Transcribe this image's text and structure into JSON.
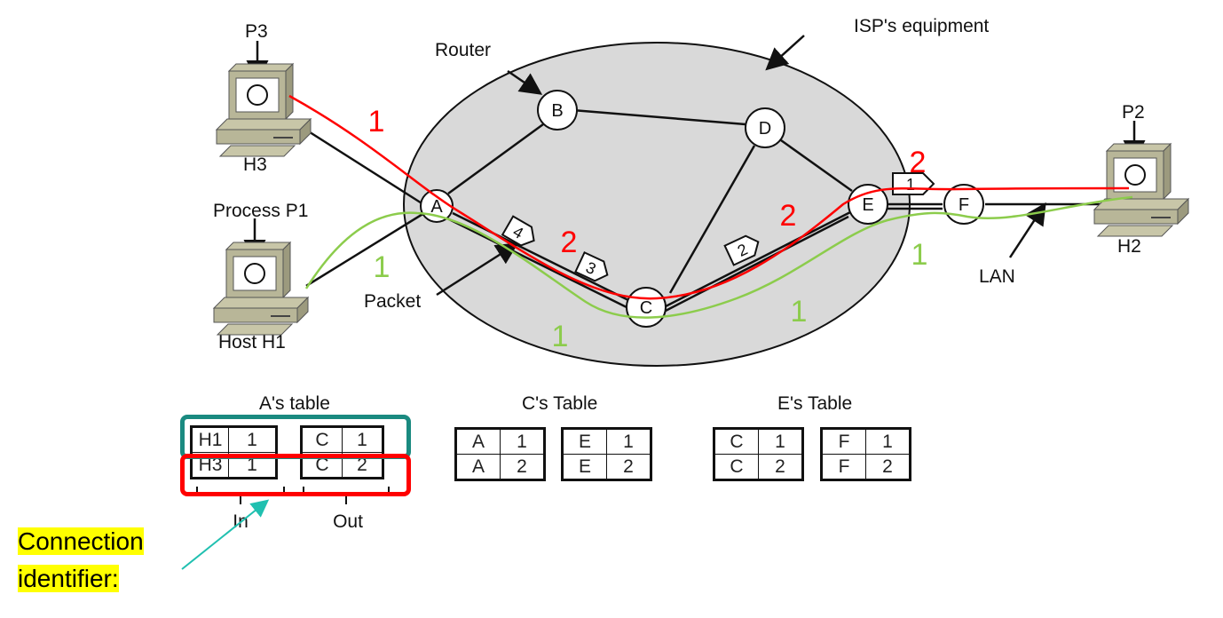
{
  "labels": {
    "isp": "ISP's equipment",
    "router": "Router",
    "packet": "Packet",
    "lan": "LAN",
    "p3": "P3",
    "h3": "H3",
    "process_p1": "Process P1",
    "host_h1": "Host H1",
    "p2": "P2",
    "h2": "H2"
  },
  "nodes": {
    "A": "A",
    "B": "B",
    "C": "C",
    "D": "D",
    "E": "E",
    "F": "F"
  },
  "packets": [
    "4",
    "3",
    "2",
    "1"
  ],
  "path_labels": {
    "red": [
      "1",
      "2",
      "2",
      "2"
    ],
    "green": [
      "1",
      "1",
      "1",
      "1"
    ]
  },
  "colors": {
    "red_path": "#ff0000",
    "green_path": "#8ccc4c",
    "cloud": "#d9d9d9",
    "teal_highlight": "#1a8a80",
    "red_highlight": "#ff0000",
    "arrow": "#20c0b0",
    "yellow": "#ffff00"
  },
  "tables": {
    "a": {
      "title": "A's table",
      "in_label": "In",
      "out_label": "Out",
      "rows": [
        [
          "H1",
          "1",
          "C",
          "1"
        ],
        [
          "H3",
          "1",
          "C",
          "2"
        ]
      ]
    },
    "c": {
      "title": "C's Table",
      "rows": [
        [
          "A",
          "1",
          "E",
          "1"
        ],
        [
          "A",
          "2",
          "E",
          "2"
        ]
      ]
    },
    "e": {
      "title": "E's Table",
      "rows": [
        [
          "C",
          "1",
          "F",
          "1"
        ],
        [
          "C",
          "2",
          "F",
          "2"
        ]
      ]
    }
  },
  "annotation": {
    "line1": "Connection",
    "line2": "identifier:"
  }
}
